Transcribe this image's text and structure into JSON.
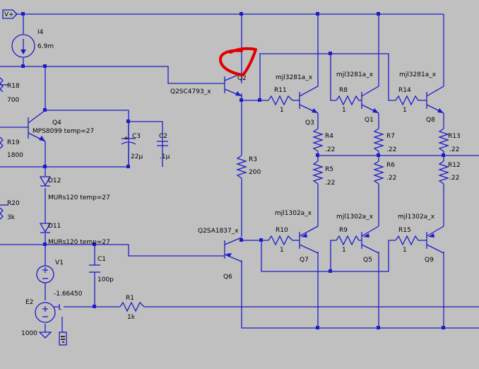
{
  "net_flag": "V+",
  "components": {
    "I4": {
      "name": "I4",
      "value": "6.9m"
    },
    "R18": {
      "name": "R18",
      "value": "700"
    },
    "R19": {
      "name": "R19",
      "value": "1800"
    },
    "R20": {
      "name": "R20",
      "value": "3k"
    },
    "Q4": {
      "name": "Q4",
      "model": "MPS8099 temp=27"
    },
    "C3": {
      "name": "C3",
      "value": "22µ"
    },
    "C2": {
      "name": "C2",
      "value": ".1µ"
    },
    "D12": {
      "name": "D12",
      "model": "MURs120 temp=27"
    },
    "D11": {
      "name": "D11",
      "model": "MURs120 temp=27"
    },
    "V1": {
      "name": "V1",
      "value": "-1.66450"
    },
    "E2": {
      "name": "E2",
      "value": "1000"
    },
    "C1": {
      "name": "C1",
      "value": "100p"
    },
    "R1": {
      "name": "R1",
      "value": "1k"
    },
    "Q2": {
      "name": "Q2",
      "model": "Q2SC4793_x"
    },
    "R3": {
      "name": "R3",
      "value": "200"
    },
    "Q6": {
      "name": "Q6",
      "model": "Q2SA1837_x"
    },
    "R11": {
      "name": "R11",
      "value": "1"
    },
    "R8": {
      "name": "R8",
      "value": "1"
    },
    "R14": {
      "name": "R14",
      "value": "1"
    },
    "Q3": {
      "name": "Q3",
      "model": "mjl3281a_x"
    },
    "Q1": {
      "name": "Q1",
      "model": "mjl3281a_x"
    },
    "Q8": {
      "name": "Q8",
      "model": "mjl3281a_x"
    },
    "R4": {
      "name": "R4",
      "value": ".22"
    },
    "R7": {
      "name": "R7",
      "value": ".22"
    },
    "R13": {
      "name": "R13",
      "value": ".22"
    },
    "R5": {
      "name": "R5",
      "value": ".22"
    },
    "R6": {
      "name": "R6",
      "value": ".22"
    },
    "R12": {
      "name": "R12",
      "value": ".22"
    },
    "R10": {
      "name": "R10",
      "value": "1"
    },
    "R9": {
      "name": "R9",
      "value": "1"
    },
    "R15": {
      "name": "R15",
      "value": "1"
    },
    "Q7": {
      "name": "Q7",
      "model": "mjl1302a_x"
    },
    "Q5": {
      "name": "Q5",
      "model": "mjl1302a_x"
    },
    "Q9": {
      "name": "Q9",
      "model": "mjl1302a_x"
    }
  },
  "colors": {
    "background": "#c0c0c0",
    "wire": "#1c1cc8",
    "annotation": "#e00000"
  }
}
